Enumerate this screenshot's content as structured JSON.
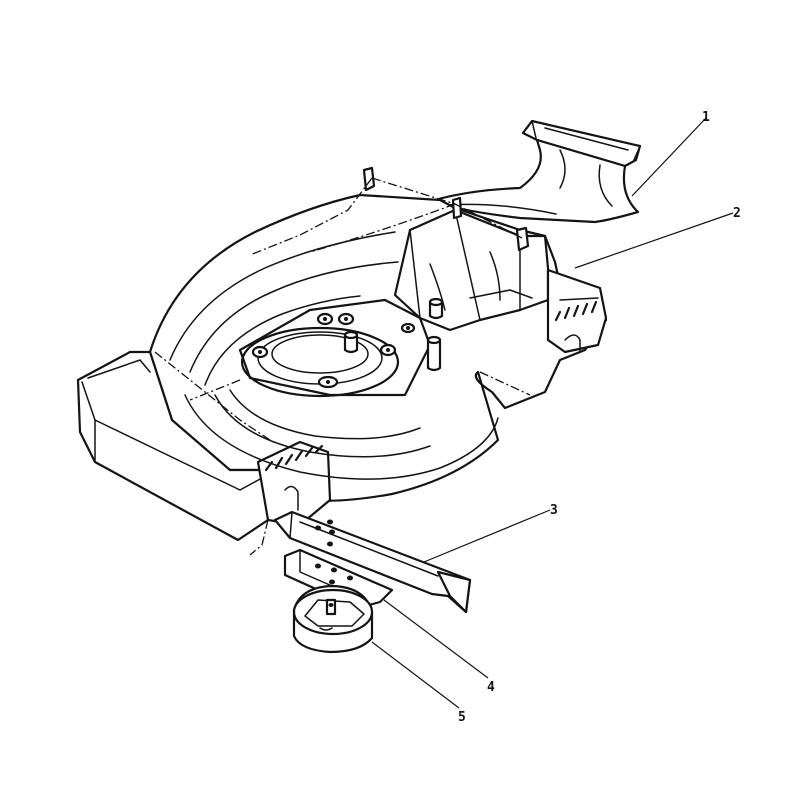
{
  "callouts": [
    {
      "id": "1",
      "label": "1"
    },
    {
      "id": "2",
      "label": "2"
    },
    {
      "id": "3",
      "label": "3"
    },
    {
      "id": "4",
      "label": "4"
    },
    {
      "id": "5",
      "label": "5"
    }
  ],
  "colors": {
    "ink": "#141414",
    "background": "#ffffff"
  }
}
